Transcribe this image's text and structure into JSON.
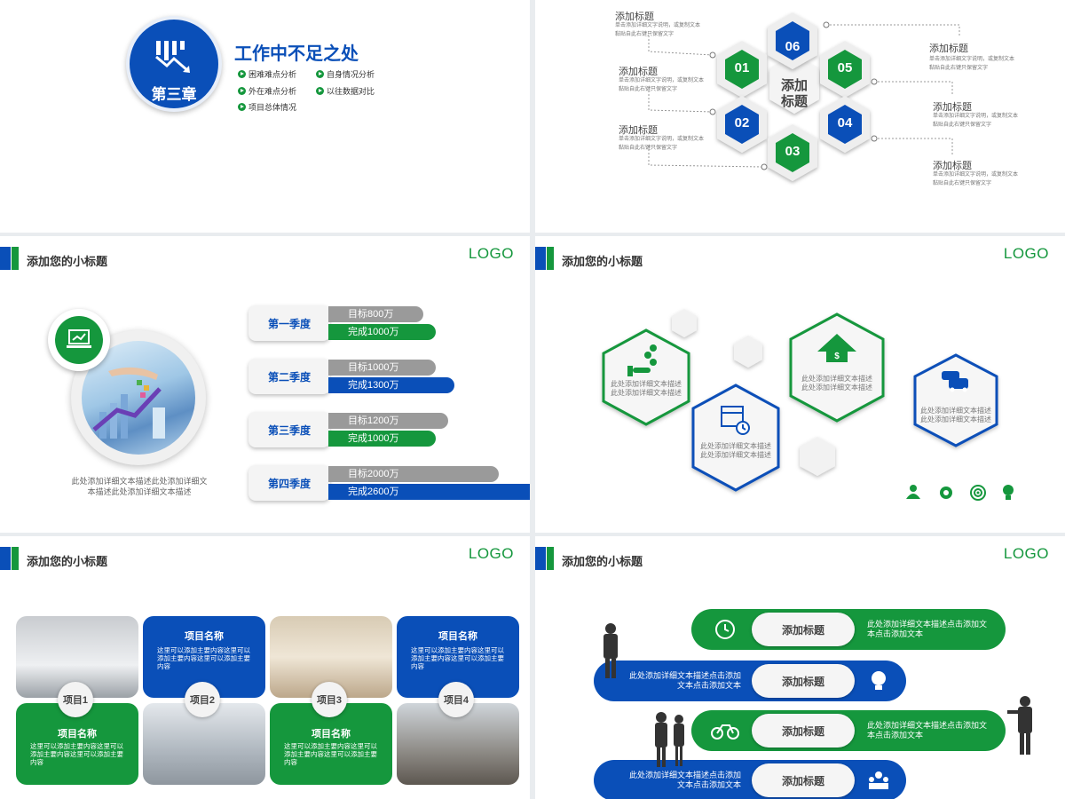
{
  "slide1": {
    "chapter_label": "第三章",
    "title": "工作中不足之处",
    "items": [
      "困难难点分析",
      "自身情况分析",
      "外在难点分析",
      "以往数据对比",
      "项目总体情况"
    ]
  },
  "slide2": {
    "center_label_line1": "添加",
    "center_label_line2": "标题",
    "hex_numbers": [
      "01",
      "02",
      "03",
      "04",
      "05",
      "06"
    ],
    "left_labels": [
      {
        "title": "添加标题",
        "desc": "单击添加详细文字说明，或复制文本黏贴自此右键只保留文字"
      },
      {
        "title": "添加标题",
        "desc": "单击添加详细文字说明，或复制文本黏贴自此右键只保留文字"
      },
      {
        "title": "添加标题",
        "desc": "单击添加详细文字说明，或复制文本黏贴自此右键只保留文字"
      }
    ],
    "right_labels": [
      {
        "title": "添加标题",
        "desc": "单击添加详细文字说明，或复制文本黏贴自此右键只保留文字"
      },
      {
        "title": "添加标题",
        "desc": "单击添加详细文字说明，或复制文本黏贴自此右键只保留文字"
      },
      {
        "title": "添加标题",
        "desc": "单击添加详细文字说明，或复制文本黏贴自此右键只保留文字"
      }
    ]
  },
  "slide3": {
    "title": "添加您的小标题",
    "logo": "LOGO",
    "caption": "此处添加详细文本描述此处添加详细文本描述此处添加详细文本描述",
    "quarters": [
      {
        "name": "第一季度",
        "target": "目标800万",
        "done": "完成1000万",
        "target_value": 800,
        "done_value": 1000,
        "done_color": "#15973d"
      },
      {
        "name": "第二季度",
        "target": "目标1000万",
        "done": "完成1300万",
        "target_value": 1000,
        "done_value": 1300,
        "done_color": "#0a4fb8"
      },
      {
        "name": "第三季度",
        "target": "目标1200万",
        "done": "完成1000万",
        "target_value": 1200,
        "done_value": 1000,
        "done_color": "#15973d"
      },
      {
        "name": "第四季度",
        "target": "目标2000万",
        "done": "完成2600万",
        "target_value": 2000,
        "done_value": 2600,
        "done_color": "#0a4fb8"
      }
    ]
  },
  "slide4": {
    "title": "添加您的小标题",
    "logo": "LOGO",
    "hex_texts": [
      "此处添加详细文本描述此处添加详细文本描述",
      "此处添加详细文本描述此处添加详细文本描述",
      "此处添加详细文本描述此处添加详细文本描述",
      "此处添加详细文本描述此处添加详细文本描述"
    ],
    "footer_icons": [
      "user-icon",
      "gear-icon",
      "target-icon",
      "bulb-icon"
    ]
  },
  "slide5": {
    "title": "添加您的小标题",
    "logo": "LOGO",
    "projects": [
      "项目1",
      "项目2",
      "项目3",
      "项目4"
    ],
    "tiles": [
      {
        "title": "项目名称",
        "text": "这里可以添加主要内容这里可以添加主要内容这里可以添加主要内容"
      },
      {
        "title": "项目名称",
        "text": "这里可以添加主要内容这里可以添加主要内容这里可以添加主要内容"
      },
      {
        "title": "项目名称",
        "text": "这里可以添加主要内容这里可以添加主要内容这里可以添加主要内容"
      },
      {
        "title": "项目名称",
        "text": "这里可以添加主要内容这里可以添加主要内容这里可以添加主要内容"
      }
    ]
  },
  "slide6": {
    "title": "添加您的小标题",
    "logo": "LOGO",
    "rows": [
      {
        "label": "添加标题",
        "text": "此处添加详细文本描述点击添加文本点击添加文本"
      },
      {
        "label": "添加标题",
        "text": "此处添加详细文本描述点击添加文本点击添加文本"
      },
      {
        "label": "添加标题",
        "text": "此处添加详细文本描述点击添加文本点击添加文本"
      },
      {
        "label": "添加标题",
        "text": "此处添加详细文本描述点击添加文本点击添加文本"
      }
    ]
  },
  "colors": {
    "blue": "#0a4fb8",
    "green": "#15973d",
    "grey": "#9a9a9a"
  }
}
